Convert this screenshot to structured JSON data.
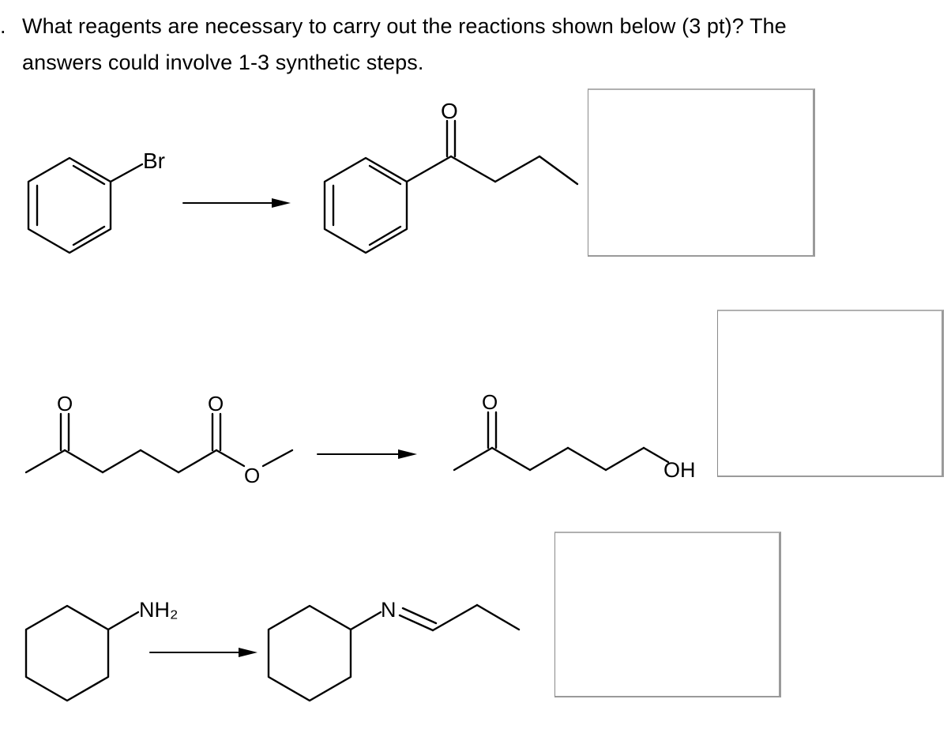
{
  "question": {
    "number": ".",
    "line1": "What reagents are necessary to carry out the reactions shown below (3 pt)? The",
    "line2": "answers could involve 1-3 synthetic steps."
  },
  "reactions": [
    {
      "reactant_label": "Br",
      "product_label": "O"
    },
    {
      "reactant_label_1": "O",
      "reactant_label_2": "O",
      "reactant_label_3": "O",
      "product_label_1": "O",
      "product_label_2": "OH"
    },
    {
      "reactant_label": "NH₂",
      "product_label": "N"
    }
  ]
}
